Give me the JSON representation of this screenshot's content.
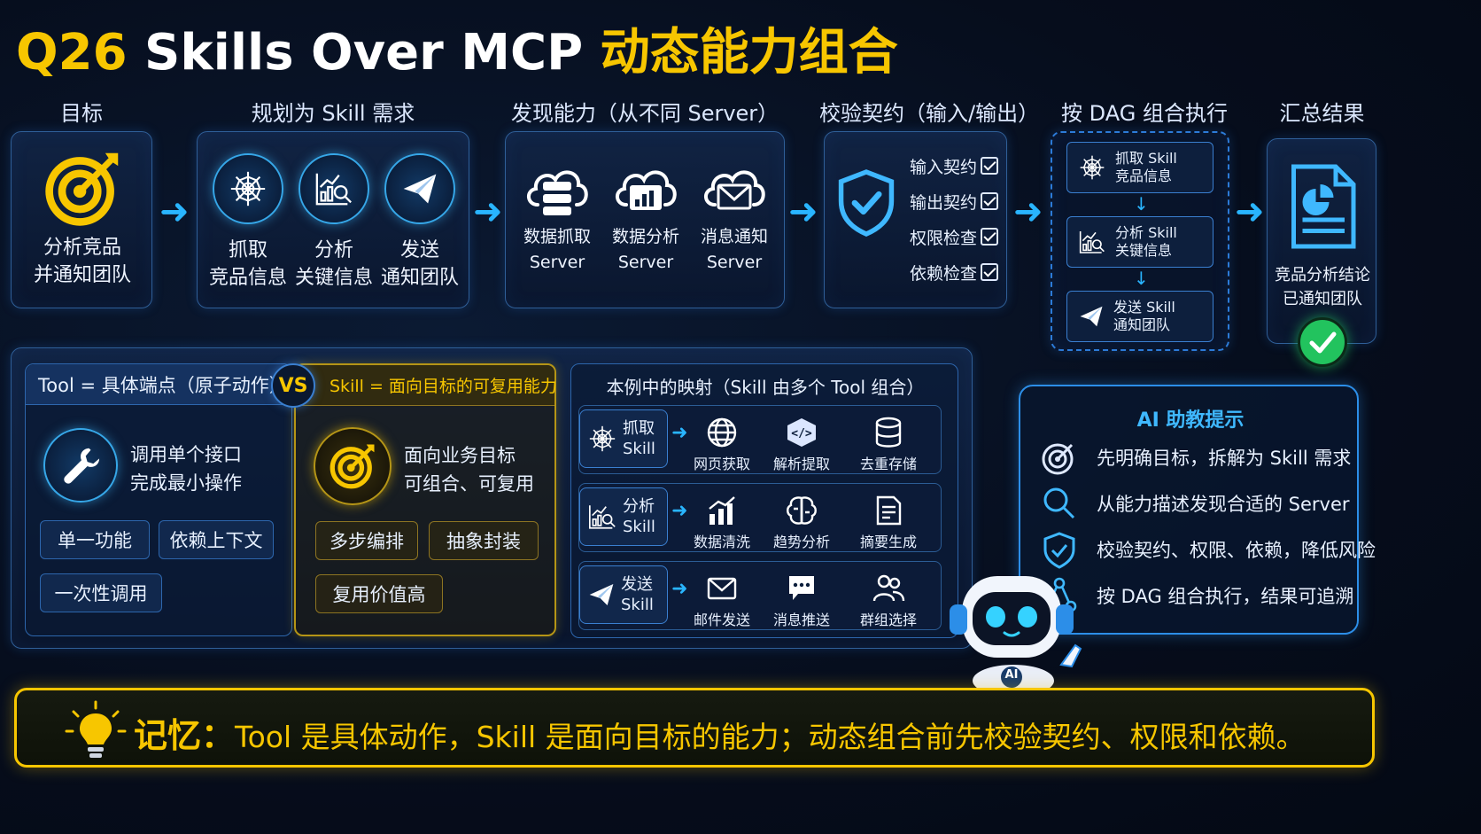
{
  "title": {
    "prefix": "Q26",
    "main": "Skills Over MCP",
    "suffix": "动态能力组合"
  },
  "stages": {
    "goal": {
      "label": "目标",
      "line1": "分析竞品",
      "line2": "并通知团队"
    },
    "plan": {
      "label": "规划为 Skill 需求",
      "items": [
        {
          "line1": "抓取",
          "line2": "竞品信息",
          "icon": "spider-web-icon"
        },
        {
          "line1": "分析",
          "line2": "关键信息",
          "icon": "chart-magnifier-icon"
        },
        {
          "line1": "发送",
          "line2": "通知团队",
          "icon": "paper-plane-icon"
        }
      ]
    },
    "discover": {
      "label": "发现能力（从不同 Server）",
      "items": [
        {
          "line1": "数据抓取",
          "line2": "Server",
          "icon": "cloud-server-icon"
        },
        {
          "line1": "数据分析",
          "line2": "Server",
          "icon": "cloud-chart-icon"
        },
        {
          "line1": "消息通知",
          "line2": "Server",
          "icon": "cloud-mail-icon"
        }
      ]
    },
    "verify": {
      "label": "校验契约（输入/输出）",
      "checks": [
        "输入契约",
        "输出契约",
        "权限检查",
        "依赖检查"
      ]
    },
    "dag": {
      "label": "按 DAG 组合执行",
      "items": [
        {
          "line1": "抓取 Skill",
          "line2": "竞品信息"
        },
        {
          "line1": "分析 Skill",
          "line2": "关键信息"
        },
        {
          "line1": "发送 Skill",
          "line2": "通知团队"
        }
      ]
    },
    "result": {
      "label": "汇总结果",
      "line1": "竞品分析结论",
      "line2": "已通知团队"
    }
  },
  "compare": {
    "tool": {
      "header": "Tool = 具体端点（原子动作）",
      "line1": "调用单个接口",
      "line2": "完成最小操作",
      "pills": [
        "单一功能",
        "依赖上下文",
        "一次性调用"
      ]
    },
    "vs": "VS",
    "skill": {
      "header": "Skill = 面向目标的可复用能力",
      "line1": "面向业务目标",
      "line2": "可组合、可复用",
      "pills": [
        "多步编排",
        "抽象封装",
        "复用价值高"
      ]
    }
  },
  "mapping": {
    "title": "本例中的映射（Skill 由多个 Tool 组合）",
    "rows": [
      {
        "skill1": "抓取",
        "skill2": "Skill",
        "tools": [
          "网页获取",
          "解析提取",
          "去重存储"
        ]
      },
      {
        "skill1": "分析",
        "skill2": "Skill",
        "tools": [
          "数据清洗",
          "趋势分析",
          "摘要生成"
        ]
      },
      {
        "skill1": "发送",
        "skill2": "Skill",
        "tools": [
          "邮件发送",
          "消息推送",
          "群组选择"
        ]
      }
    ]
  },
  "tips": {
    "title": "AI 助教提示",
    "items": [
      "先明确目标，拆解为 Skill 需求",
      "从能力描述发现合适的 Server",
      "校验契约、权限、依赖，降低风险",
      "按 DAG 组合执行，结果可追溯"
    ]
  },
  "robot_badge": "AI",
  "memory": {
    "label": "记忆：",
    "text": "Tool 是具体动作，Skill 是面向目标的能力；动态组合前先校验契约、权限和依赖。"
  },
  "colors": {
    "accent_gold": "#f7c600",
    "accent_blue": "#29b5ff",
    "success_green": "#22c35e",
    "background": "#060d1c"
  }
}
